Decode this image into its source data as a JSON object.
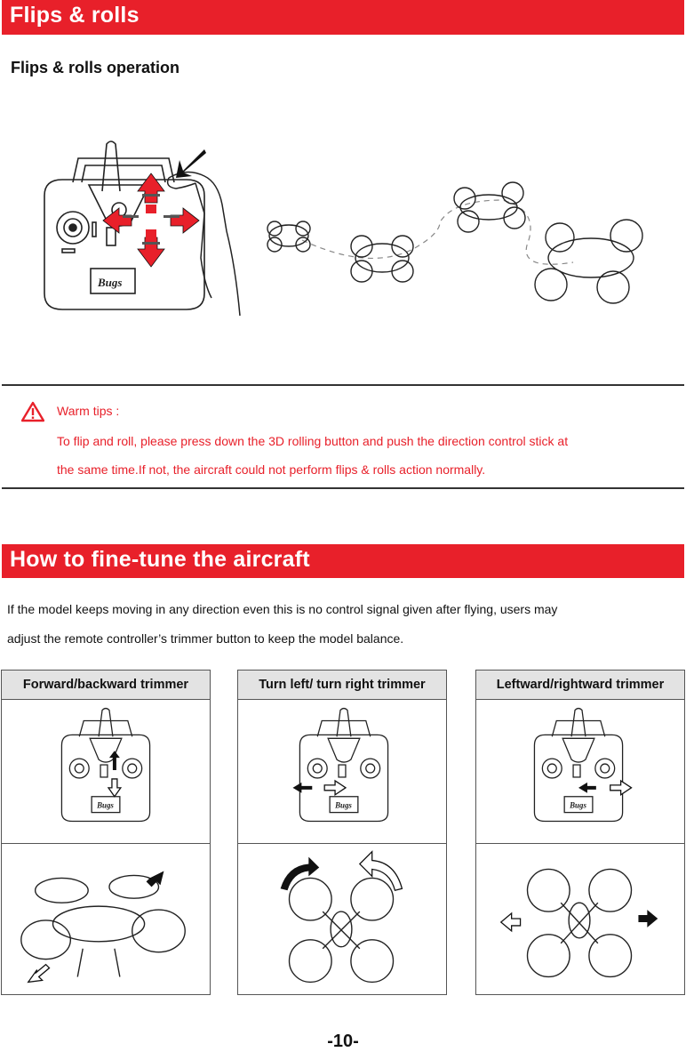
{
  "section1": {
    "title": "Flips & rolls",
    "subheading": "Flips & rolls operation"
  },
  "remote": {
    "brand": "Bugs"
  },
  "warm_tips": {
    "title": "Warm tips :",
    "lines": [
      "To flip and roll, please press down the 3D rolling button and push the direction control stick at",
      "the same time.If not, the aircraft could not perform flips & rolls action normally."
    ],
    "color": "#e8202a"
  },
  "section2": {
    "title": "How to fine-tune the aircraft",
    "intro": [
      "If the model keeps moving in any direction even this is no control signal given after flying, users may",
      "adjust the remote controller’s trimmer button to keep the model balance."
    ]
  },
  "trimmers": [
    {
      "label": "Forward/backward trimmer",
      "icon": "forward-backward-arrows-icon"
    },
    {
      "label": "Turn left/ turn right trimmer",
      "icon": "turn-arrows-icon"
    },
    {
      "label": "Leftward/rightward trimmer",
      "icon": "left-right-arrows-icon"
    }
  ],
  "page_number": "-10-",
  "colors": {
    "accent": "#e8202a",
    "header_bg": "#e3e3e3"
  }
}
